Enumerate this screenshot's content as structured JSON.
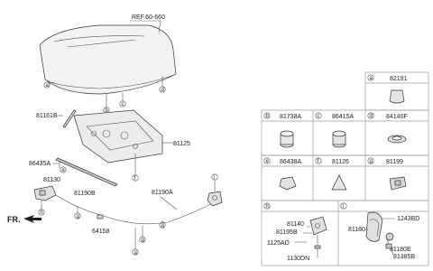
{
  "main_diagram": {
    "ref_label": "REF.60-660",
    "direction_label": "FR.",
    "callout_letters": [
      "a",
      "b",
      "c",
      "d",
      "e",
      "f",
      "g",
      "h",
      "i"
    ],
    "part_labels": [
      "81161B",
      "86435A",
      "81125",
      "81130",
      "81190B",
      "81190A",
      "64158"
    ]
  },
  "parts_table": {
    "cells": [
      {
        "letter": "a",
        "part": "82191"
      },
      {
        "letter": "b",
        "part": "81738A"
      },
      {
        "letter": "c",
        "part": "86415A"
      },
      {
        "letter": "d",
        "part": "84140F"
      },
      {
        "letter": "e",
        "part": "86438A"
      },
      {
        "letter": "f",
        "part": "81126"
      },
      {
        "letter": "g",
        "part": "81199"
      }
    ],
    "group_h": {
      "letter": "h",
      "parts": [
        "81140",
        "81195B",
        "1125AD",
        "1130DN"
      ]
    },
    "group_i": {
      "letter": "i",
      "parts": [
        "81180",
        "1243BD",
        "81180E",
        "81385B"
      ]
    }
  },
  "colors": {
    "line": "#555555",
    "part_fill": "#e6e6e6",
    "grid": "#9a9a9a"
  }
}
